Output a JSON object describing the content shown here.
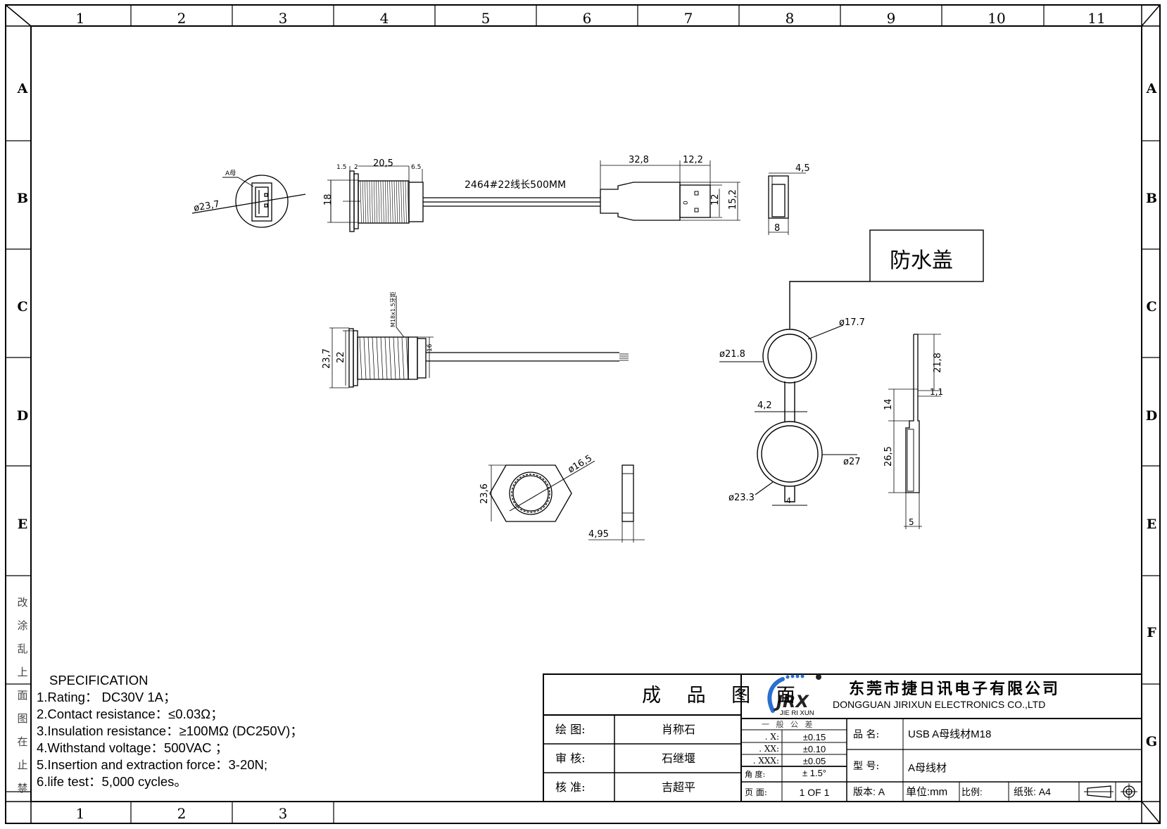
{
  "border": {
    "columns": [
      "1",
      "2",
      "3",
      "4",
      "5",
      "6",
      "7",
      "8",
      "9",
      "10",
      "11"
    ],
    "bottom_columns": [
      "1",
      "2",
      "3"
    ],
    "rows": [
      "A",
      "B",
      "C",
      "D",
      "E",
      "F",
      "G"
    ],
    "side_note": [
      "禁",
      "止",
      "在",
      "图",
      "面",
      "上",
      "乱",
      "涂",
      "改"
    ]
  },
  "views": {
    "front_view": {
      "leader_label": "A母",
      "diameter": "ø23,7"
    },
    "side_view": {
      "dim_flange": "1.5",
      "dim_gap": "2",
      "dim_thread": "20,5",
      "dim_boot": "6.5",
      "dim_height": "18",
      "cable_label": "2464#22线长500MM"
    },
    "plug": {
      "dim_body": "32,8",
      "dim_head": "12,2",
      "dim_inner": "12",
      "dim_outer": "15,2"
    },
    "plug_end": {
      "dim_top": "4,5",
      "dim_bottom": "8"
    },
    "section_view": {
      "thread_label": "M18x1.5牙距",
      "dim_outer": "23,7",
      "dim_inner": "22",
      "dim_boot": "16"
    },
    "nut": {
      "dim_hex": "23,6",
      "dim_bore": "ø16,5",
      "dim_thickness": "4,95"
    },
    "cap": {
      "callout": "防水盖",
      "small_outer": "ø21.8",
      "small_inner": "ø17.7",
      "strap_width": "4,2",
      "large_outer": "ø27",
      "large_inner": "ø23.3",
      "tab_width": "4"
    },
    "cap_side": {
      "dim_top": "21,8",
      "dim_thick": "1,1",
      "dim_strap": "14",
      "dim_ring": "26,5",
      "dim_base": "5"
    }
  },
  "specification": {
    "title": "SPECIFICATION",
    "items": [
      "1.Rating： DC30V 1A；",
      "2.Contact resistance：≤0.03Ω；",
      "3.Insulation resistance：≥100MΩ (DC250V)；",
      "4.Withstand voltage：500VAC ；",
      "5.Insertion and extraction force：3-20N;",
      "6.life test：5,000 cycles。"
    ]
  },
  "title_block": {
    "drawing_type": "成  品  图 面",
    "drawn_label": "绘    图:",
    "drawn_value": "肖称石",
    "checked_label": "审    核:",
    "checked_value": "石继堰",
    "approved_label": "核    准:",
    "approved_value": "吉超平",
    "logo_text": "JRX",
    "logo_sub": "JIE RI XUN",
    "company_cn": "东莞市捷日讯电子有限公司",
    "company_en": "DONGGUAN JIRIXUN ELECTRONICS CO.,LTD",
    "tolerance_header": "一 般 公 差",
    "tolerances": [
      {
        "label": ". X:",
        "value": "±0.15"
      },
      {
        "label": ". XX:",
        "value": "±0.10"
      },
      {
        "label": ". XXX:",
        "value": "±0.05"
      },
      {
        "label": "角   度:",
        "value": "± 1.5°"
      }
    ],
    "page_label": "页  面:",
    "page_value": "1 OF 1",
    "product_name_label": "品    名:",
    "product_name_value": "USB A母线材M18",
    "model_label": "型    号:",
    "model_value": "A母线材",
    "version": "版本: A",
    "unit": "单位:mm",
    "scale": "比例:",
    "paper": "纸张: A4",
    "colors": {
      "logo_blue": "#2a6fd0",
      "logo_red": "#e0245e",
      "logo_dark": "#222222"
    }
  }
}
